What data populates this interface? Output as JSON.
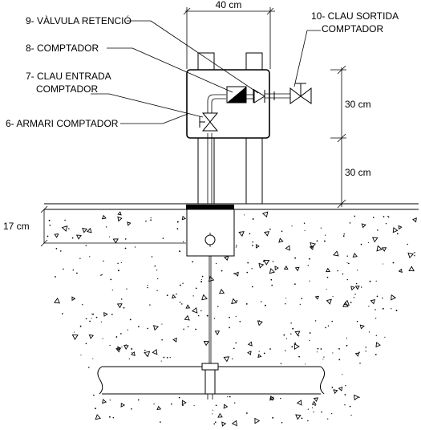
{
  "labels": {
    "valvula_retencio": "9- VÀLVULA RETENCIÓ",
    "clau_sortida_line1": "10- CLAU SORTIDA",
    "clau_sortida_line2": "COMPTADOR",
    "comptador": "8- COMPTADOR",
    "clau_entrada_line1": "7- CLAU ENTRADA",
    "clau_entrada_line2": "COMPTADOR",
    "armari": "6- ARMARI COMPTADOR"
  },
  "dimensions": {
    "width_top": "40 cm",
    "height_box": "30 cm",
    "height_lower": "30 cm",
    "depth_left": "17 cm"
  }
}
